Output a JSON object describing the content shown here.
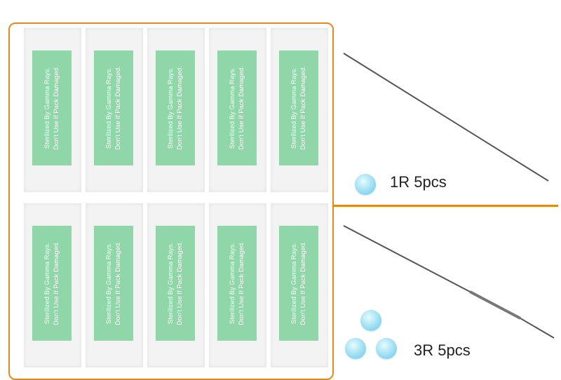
{
  "packets": {
    "line1": "Sterilized By Gamma Rays.",
    "line2": "Don't Use If Pack Damaged."
  },
  "labels": {
    "one": "1R 5pcs",
    "three": "3R 5pcs"
  },
  "colors": {
    "frame": "#e08a1e",
    "sticker": "#8fd6a8",
    "tip": "#a8e4f5"
  }
}
